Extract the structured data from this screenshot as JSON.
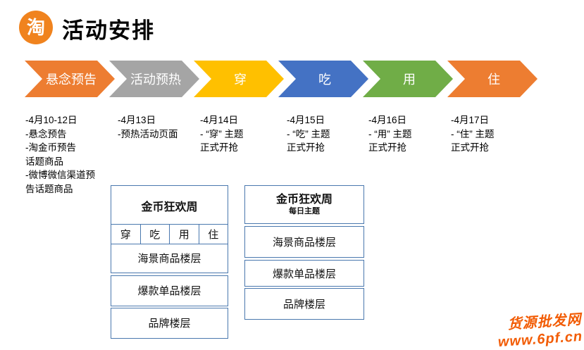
{
  "header": {
    "logo_char": "淘",
    "title": "活动安排"
  },
  "timeline": {
    "stages": [
      {
        "label": "悬念预告",
        "color": "#ED7D31",
        "notes": [
          "-4月10-12日",
          "-悬念预告",
          "-淘金币预告",
          "话题商品",
          "-微博微信渠道预",
          "告话题商品"
        ]
      },
      {
        "label": "活动预热",
        "color": "#A5A5A5",
        "notes": [
          "-4月13日",
          "-预热活动页面"
        ]
      },
      {
        "label": "穿",
        "color": "#FFC000",
        "notes": [
          "-4月14日",
          "- “穿” 主题",
          "正式开抢"
        ]
      },
      {
        "label": "吃",
        "color": "#4472C4",
        "notes": [
          "-4月15日",
          "- “吃” 主题",
          "正式开抢"
        ]
      },
      {
        "label": "用",
        "color": "#70AD47",
        "notes": [
          "-4月16日",
          "- “用” 主题",
          "正式开抢"
        ]
      },
      {
        "label": "住",
        "color": "#ED7D31",
        "notes": [
          "-4月17日",
          "- “住” 主题",
          "正式开抢"
        ]
      }
    ]
  },
  "tables": [
    {
      "title": "金币狂欢周",
      "themes": [
        "穿",
        "吃",
        "用",
        "住"
      ],
      "rows": [
        "海景商品楼层",
        "爆款单品楼层",
        "品牌楼层"
      ]
    },
    {
      "title": "金币狂欢周",
      "subtitle": "每日主题",
      "rows": [
        "海景商品楼层",
        "爆款单品楼层",
        "品牌楼层"
      ]
    }
  ],
  "watermark": {
    "line1": "货源批发网",
    "line2": "www.6pf.cn",
    "color": "#f25c05"
  },
  "colors": {
    "table_border": "#4a78ae",
    "logo_orange": "#f0831e",
    "title_text": "#000000"
  }
}
